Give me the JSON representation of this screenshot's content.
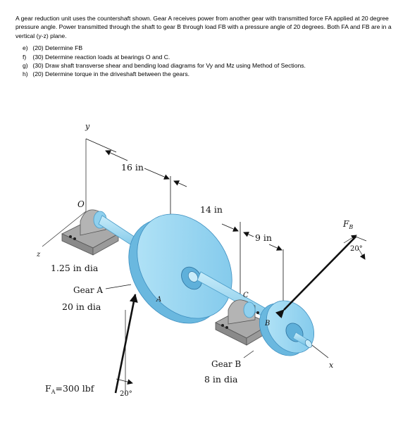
{
  "problem": {
    "statement": "A gear reduction unit uses the countershaft shown. Gear A receives power from another gear with transmitted force FA applied at 20 degree pressure angle. Power transmitted through the shaft to gear B through load FB with a pressure angle of 20 degrees. Both FA and FB are in a vertical (y-z) plane.",
    "parts": [
      {
        "letter": "e)",
        "text": "(20) Determine FB"
      },
      {
        "letter": "f)",
        "text": "(30) Determine reaction loads at bearings O and C."
      },
      {
        "letter": "g)",
        "text": "(30) Draw shaft transverse shear and bending load diagrams for Vy and Mz using Method of Sections."
      },
      {
        "letter": "h)",
        "text": "(20) Determine torque in the driveshaft between the gears."
      }
    ]
  },
  "figure": {
    "axis_y": "y",
    "axis_z": "z",
    "axis_x": "x",
    "point_O": "O",
    "point_A": "A",
    "point_C": "C",
    "point_B": "B",
    "dim_16": "16 in",
    "dim_14": "14 in",
    "dim_9": "9 in",
    "shaft_dia": "1.25 in  dia",
    "gear_a_name": "Gear A",
    "gear_a_dia": "20 in  dia",
    "gear_b_name": "Gear B",
    "gear_b_dia": "8 in  dia",
    "fa_label": "F",
    "fa_sub": "A",
    "fa_value": "=300 lbf",
    "fa_angle": "20°",
    "fb_label": "F",
    "fb_sub": "B",
    "fb_angle": "20°",
    "colors": {
      "gear": "#9fd8f2",
      "gear_edge": "#5fb8e0",
      "bearing": "#9a9a9a",
      "shaft": "#8fd0ee"
    }
  }
}
